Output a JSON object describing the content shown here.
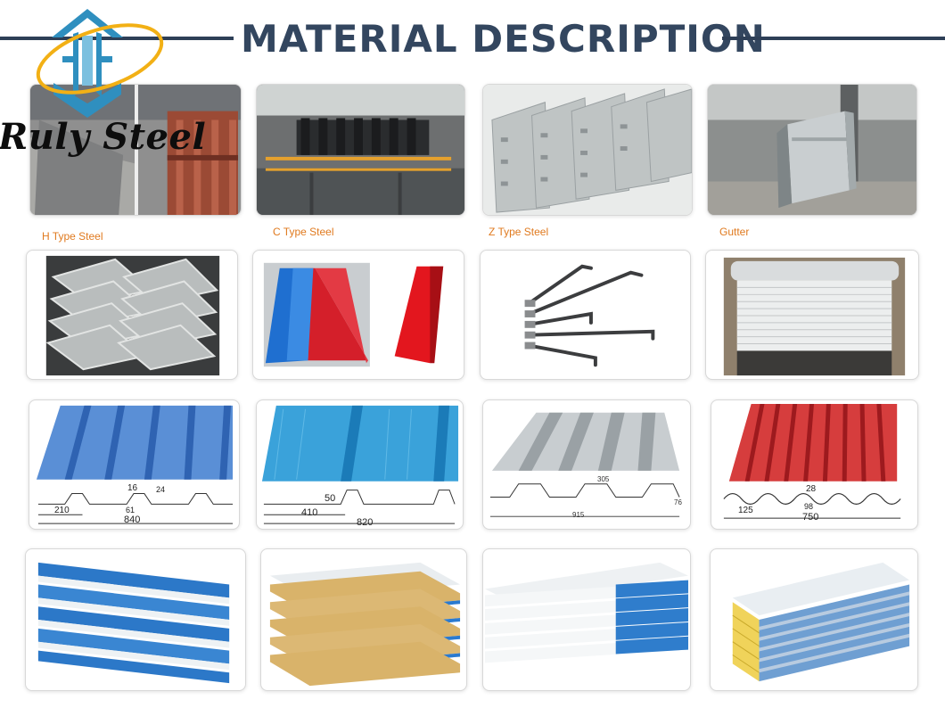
{
  "header": {
    "title": "MATERIAL DESCRIPTION"
  },
  "logo": {
    "brand_text": "Ruly Steel"
  },
  "colors": {
    "title": "#33465f",
    "caption": "#e07a1f",
    "line": "#2e3f57"
  },
  "products": [
    {
      "caption": "H Type Steel",
      "icon": "h-beam-photo"
    },
    {
      "caption": "C Type Steel",
      "icon": "c-purlin-photo"
    },
    {
      "caption": "Z Type Steel",
      "icon": "z-purlin-photo"
    },
    {
      "caption": "Gutter",
      "icon": "gutter-photo"
    }
  ],
  "row2": [
    {
      "icon": "angle-steel-photo"
    },
    {
      "icon": "ridge-cap-photo"
    },
    {
      "icon": "anchor-bolt-photo"
    },
    {
      "icon": "rolling-door-photo"
    }
  ],
  "profiles": [
    {
      "icon": "roof-sheet-840-photo",
      "dims": [
        "16",
        "24",
        "210",
        "61",
        "840"
      ]
    },
    {
      "icon": "roof-sheet-820-photo",
      "dims": [
        "50",
        "410",
        "820"
      ]
    },
    {
      "icon": "floor-deck-photo",
      "dims": [
        "305",
        "76",
        "915"
      ]
    },
    {
      "icon": "roof-sheet-750-photo",
      "dims": [
        "28",
        "125",
        "98",
        "750"
      ]
    }
  ],
  "panels": [
    {
      "icon": "eps-sandwich-panel-photo"
    },
    {
      "icon": "rockwool-sandwich-panel-photo"
    },
    {
      "icon": "pu-sandwich-panel-photo"
    },
    {
      "icon": "glasswool-sandwich-panel-photo"
    }
  ]
}
